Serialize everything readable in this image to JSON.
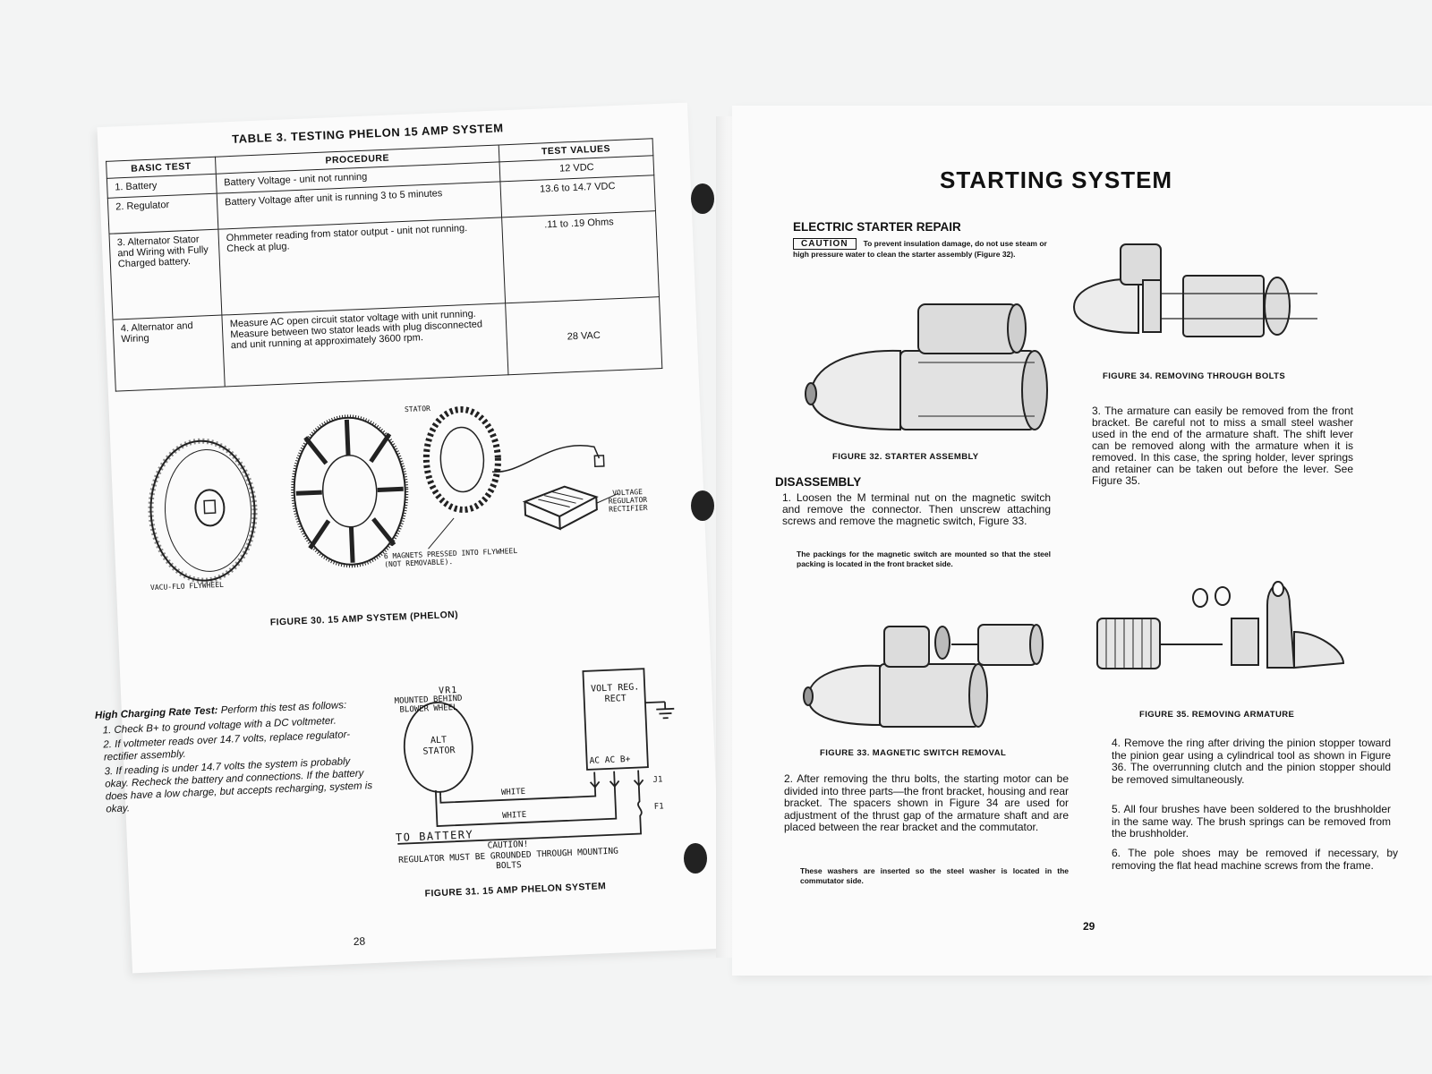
{
  "left_page": {
    "table_title": "TABLE 3.   TESTING PHELON 15 AMP SYSTEM",
    "table": {
      "headers": [
        "BASIC TEST",
        "PROCEDURE",
        "TEST VALUES"
      ],
      "rows": [
        {
          "test": "1.  Battery",
          "procedure": "Battery Voltage - unit not running",
          "value": "12 VDC"
        },
        {
          "test": "2.  Regulator",
          "procedure": "Battery Voltage after unit is running 3 to 5 minutes",
          "value": "13.6 to 14.7 VDC"
        },
        {
          "test": "3.  Alternator Stator and Wiring with Fully Charged battery.",
          "procedure": "Ohmmeter reading from stator output - unit not running. Check at plug.",
          "value": ".11 to .19 Ohms"
        },
        {
          "test": "4.  Alternator and Wiring",
          "procedure": "Measure AC open circuit stator voltage with unit running. Measure between two stator leads with plug disconnected and unit running at approximately 3600 rpm.",
          "value": "28 VAC"
        }
      ]
    },
    "figure30": {
      "stator_label": "STATOR",
      "regulator_label": "VOLTAGE REGULATOR RECTIFIER",
      "magnets_label": "6 MAGNETS PRESSED INTO FLYWHEEL (NOT REMOVABLE).",
      "flywheel_label": "VACU-FLO FLYWHEEL",
      "caption": "FIGURE 30.   15 AMP SYSTEM (PHELON)"
    },
    "high_charging": {
      "heading": "High Charging Rate Test:",
      "intro": "Perform this test as follows:",
      "items": [
        "1.  Check B+ to ground voltage with a DC voltmeter.",
        "2.  If voltmeter reads over 14.7 volts, replace regulator-rectifier assembly.",
        "3.  If reading is under 14.7 volts the system is probably okay. Recheck the battery and connections. If the battery does have a low charge, but accepts recharging, system is okay."
      ]
    },
    "figure31": {
      "vr_label": "VR1",
      "box_label": "VOLT REG. RECT",
      "mounted_label": "MOUNTED BEHIND BLOWER WHEEL",
      "alt_label": "ALT STATOR",
      "terminals": "AC  AC  B+",
      "j1": "J1",
      "f1": "F1",
      "wire1": "WHITE",
      "wire2": "WHITE",
      "battery": "TO BATTERY",
      "caution": "CAUTION!",
      "caution_text": "REGULATOR MUST BE GROUNDED THROUGH MOUNTING BOLTS",
      "caption": "FIGURE 31.  15 AMP PHELON SYSTEM"
    },
    "page_number": "28"
  },
  "right_page": {
    "title": "STARTING SYSTEM",
    "electric_heading": "ELECTRIC STARTER REPAIR",
    "caution_badge": "CAUTION",
    "caution_text": "To prevent insulation damage, do not use steam or high pressure water to clean the starter assembly (Figure 32).",
    "fig32_caption": "FIGURE 32.   STARTER ASSEMBLY",
    "fig33_caption": "FIGURE 33.   MAGNETIC SWITCH REMOVAL",
    "fig34_caption": "FIGURE 34.   REMOVING THROUGH BOLTS",
    "fig35_caption": "FIGURE 35.   REMOVING ARMATURE",
    "disassembly_heading": "DISASSEMBLY",
    "step1": "1.  Loosen the M terminal nut on the magnetic switch and remove the connector. Then unscrew attaching screws and remove the magnetic switch, Figure 33.",
    "note1": "The packings for the magnetic switch are mounted so that the steel packing is located in the front bracket side.",
    "step2": "2.  After removing the thru bolts, the starting motor can be divided into three parts—the front bracket, housing and rear bracket. The spacers shown in Figure 34 are used for adjustment of the thrust gap of the armature shaft and are placed between the rear bracket and the commutator.",
    "note2": "These washers are inserted so the steel washer is located in the commutator side.",
    "step3": "3.  The armature can easily be removed from the front bracket. Be careful not to miss a small steel washer used in the end of the armature shaft. The shift lever can be removed along with the armature when it is removed. In this case, the spring holder, lever springs and retainer can be taken out before the lever. See Figure 35.",
    "step4": "4.  Remove the ring after driving the pinion stopper toward the pinion gear using a cylindrical tool as shown in Figure 36. The overrunning clutch and the pinion stopper should be removed simultaneously.",
    "step5": "5.  All four brushes have been soldered to the brushholder in the same way. The brush springs can be removed from the brushholder.",
    "step6": "6.  The pole shoes may be removed if necessary, by removing the flat head machine screws from the frame.",
    "page_number": "29"
  }
}
